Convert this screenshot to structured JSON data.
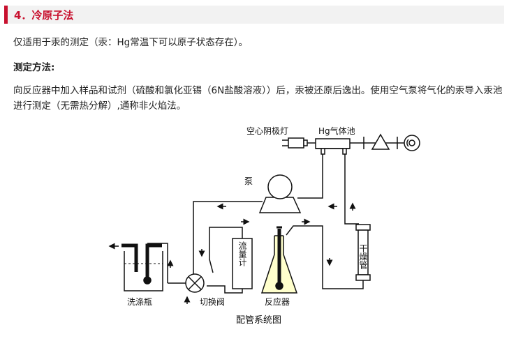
{
  "section": {
    "title": "4．冷原子法"
  },
  "intro": "仅适用于汞的测定（汞：Hg常温下可以原子状态存在）。",
  "method_heading": "测定方法:",
  "method_text": "向反应器中加入样品和试剂（硫酸和氯化亚锡（6N盐酸溶液））后，汞被还原后逸出。使用空气泵将气化的汞导入汞池进行测定（无需热分解）,通称非火焰法。",
  "diagram": {
    "caption": "配管系统图",
    "labels": {
      "lamp": "空心阴极灯",
      "cell": "Hg气体池",
      "pump": "泵",
      "flowmeter": "流量计",
      "dryer": "干燥管",
      "washer": "洗涤瓶",
      "valve": "切换阀",
      "reactor": "反应器"
    },
    "colors": {
      "accent": "#c8102e",
      "reactor_liquid": "#ffffcc"
    }
  }
}
